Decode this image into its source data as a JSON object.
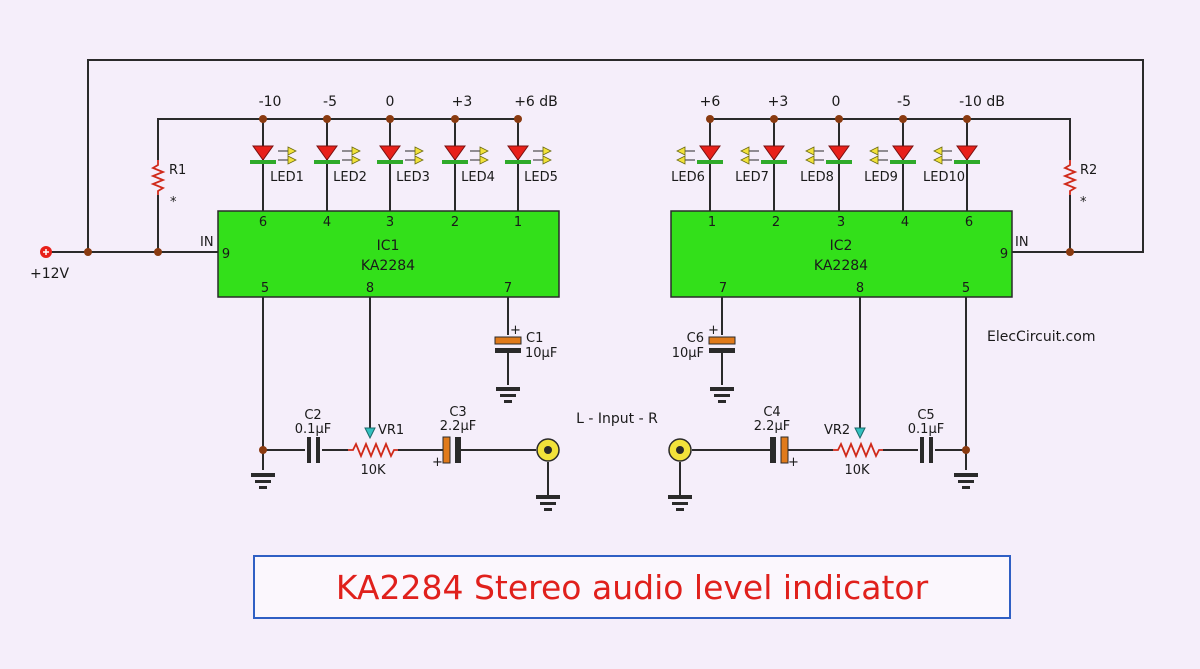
{
  "title": "KA2284 Stereo audio level indicator",
  "site": "ElecCircuit.com",
  "input_label": "L - Input - R",
  "supply_label": "+12V",
  "left_channel": {
    "ic_name": "IC1",
    "ic_part": "KA2284",
    "in_label": "IN",
    "pin_in": "9",
    "pin_top": [
      "6",
      "4",
      "3",
      "2",
      "1"
    ],
    "pin_bottom": [
      "5",
      "8",
      "7"
    ],
    "db_labels": [
      "-10",
      "-5",
      "0",
      "+3",
      "+6 dB"
    ],
    "leds": [
      "LED1",
      "LED2",
      "LED3",
      "LED4",
      "LED5"
    ],
    "resistor": "R1",
    "resistor_note": "*",
    "cap_timing": "C1",
    "cap_timing_value": "10µF",
    "cap_in": "C2",
    "cap_in_value": "0.1µF",
    "pot": "VR1",
    "pot_value": "10K",
    "cap_couple": "C3",
    "cap_couple_value": "2.2µF",
    "plus": "+"
  },
  "right_channel": {
    "ic_name": "IC2",
    "ic_part": "KA2284",
    "in_label": "IN",
    "pin_in": "9",
    "pin_top": [
      "1",
      "2",
      "3",
      "4",
      "6"
    ],
    "pin_bottom": [
      "7",
      "8",
      "5"
    ],
    "db_labels": [
      "+6",
      "+3",
      "0",
      "-5",
      "-10 dB"
    ],
    "leds": [
      "LED6",
      "LED7",
      "LED8",
      "LED9",
      "LED10"
    ],
    "resistor": "R2",
    "resistor_note": "*",
    "cap_timing": "C6",
    "cap_timing_value": "10µF",
    "cap_in": "C5",
    "cap_in_value": "0.1µF",
    "pot": "VR2",
    "pot_value": "10K",
    "cap_couple": "C4",
    "cap_couple_value": "2.2µF",
    "plus": "+"
  },
  "colors": {
    "ic_fill": "#33e01a",
    "led": "#e8201a",
    "led_bar": "#2faa2a",
    "arrow": "#f2e23a",
    "cap_plate": "#e07a1a",
    "wire": "#2a2a2a",
    "node": "#8a3a10",
    "title_text": "#e0201c",
    "title_border": "#2f5fc4",
    "jack": "#f2e23a"
  }
}
